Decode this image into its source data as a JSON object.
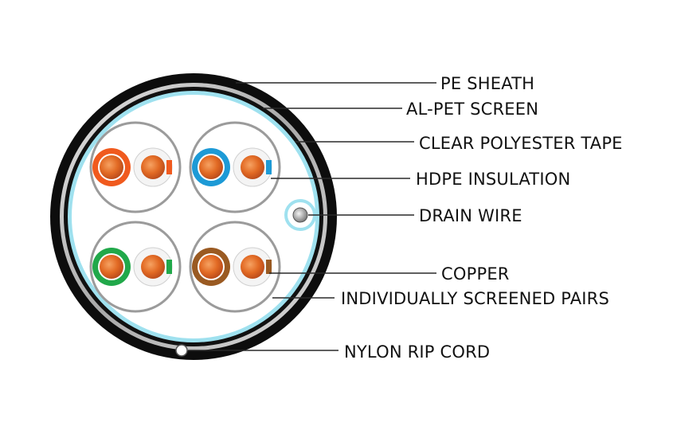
{
  "diagram": {
    "labels": {
      "pe_sheath": "PE SHEATH",
      "al_pet_screen": "AL-PET SCREEN",
      "clear_polyester_tape": "CLEAR POLYESTER TAPE",
      "hdpe_insulation": "HDPE INSULATION",
      "drain_wire": "DRAIN WIRE",
      "copper": "COPPER",
      "individually_screened_pairs": "INDIVIDUALLY SCREENED PAIRS",
      "nylon_rip_cord": "NYLON RIP CORD"
    },
    "pair_colors": [
      {
        "pair": "orange",
        "color": "#f05a1e",
        "stripe": "#f05a1e"
      },
      {
        "pair": "blue",
        "color": "#1d9ad6",
        "stripe": "#1d9ad6"
      },
      {
        "pair": "green",
        "color": "#21a84a",
        "stripe": "#21a84a"
      },
      {
        "pair": "brown",
        "color": "#9a5a22",
        "stripe": "#9a5a22"
      }
    ],
    "colors": {
      "sheath": "#0c0c0c",
      "foil": "#c9c9c9",
      "tape": "#7fd6ea",
      "copper": "#e8732c"
    }
  }
}
